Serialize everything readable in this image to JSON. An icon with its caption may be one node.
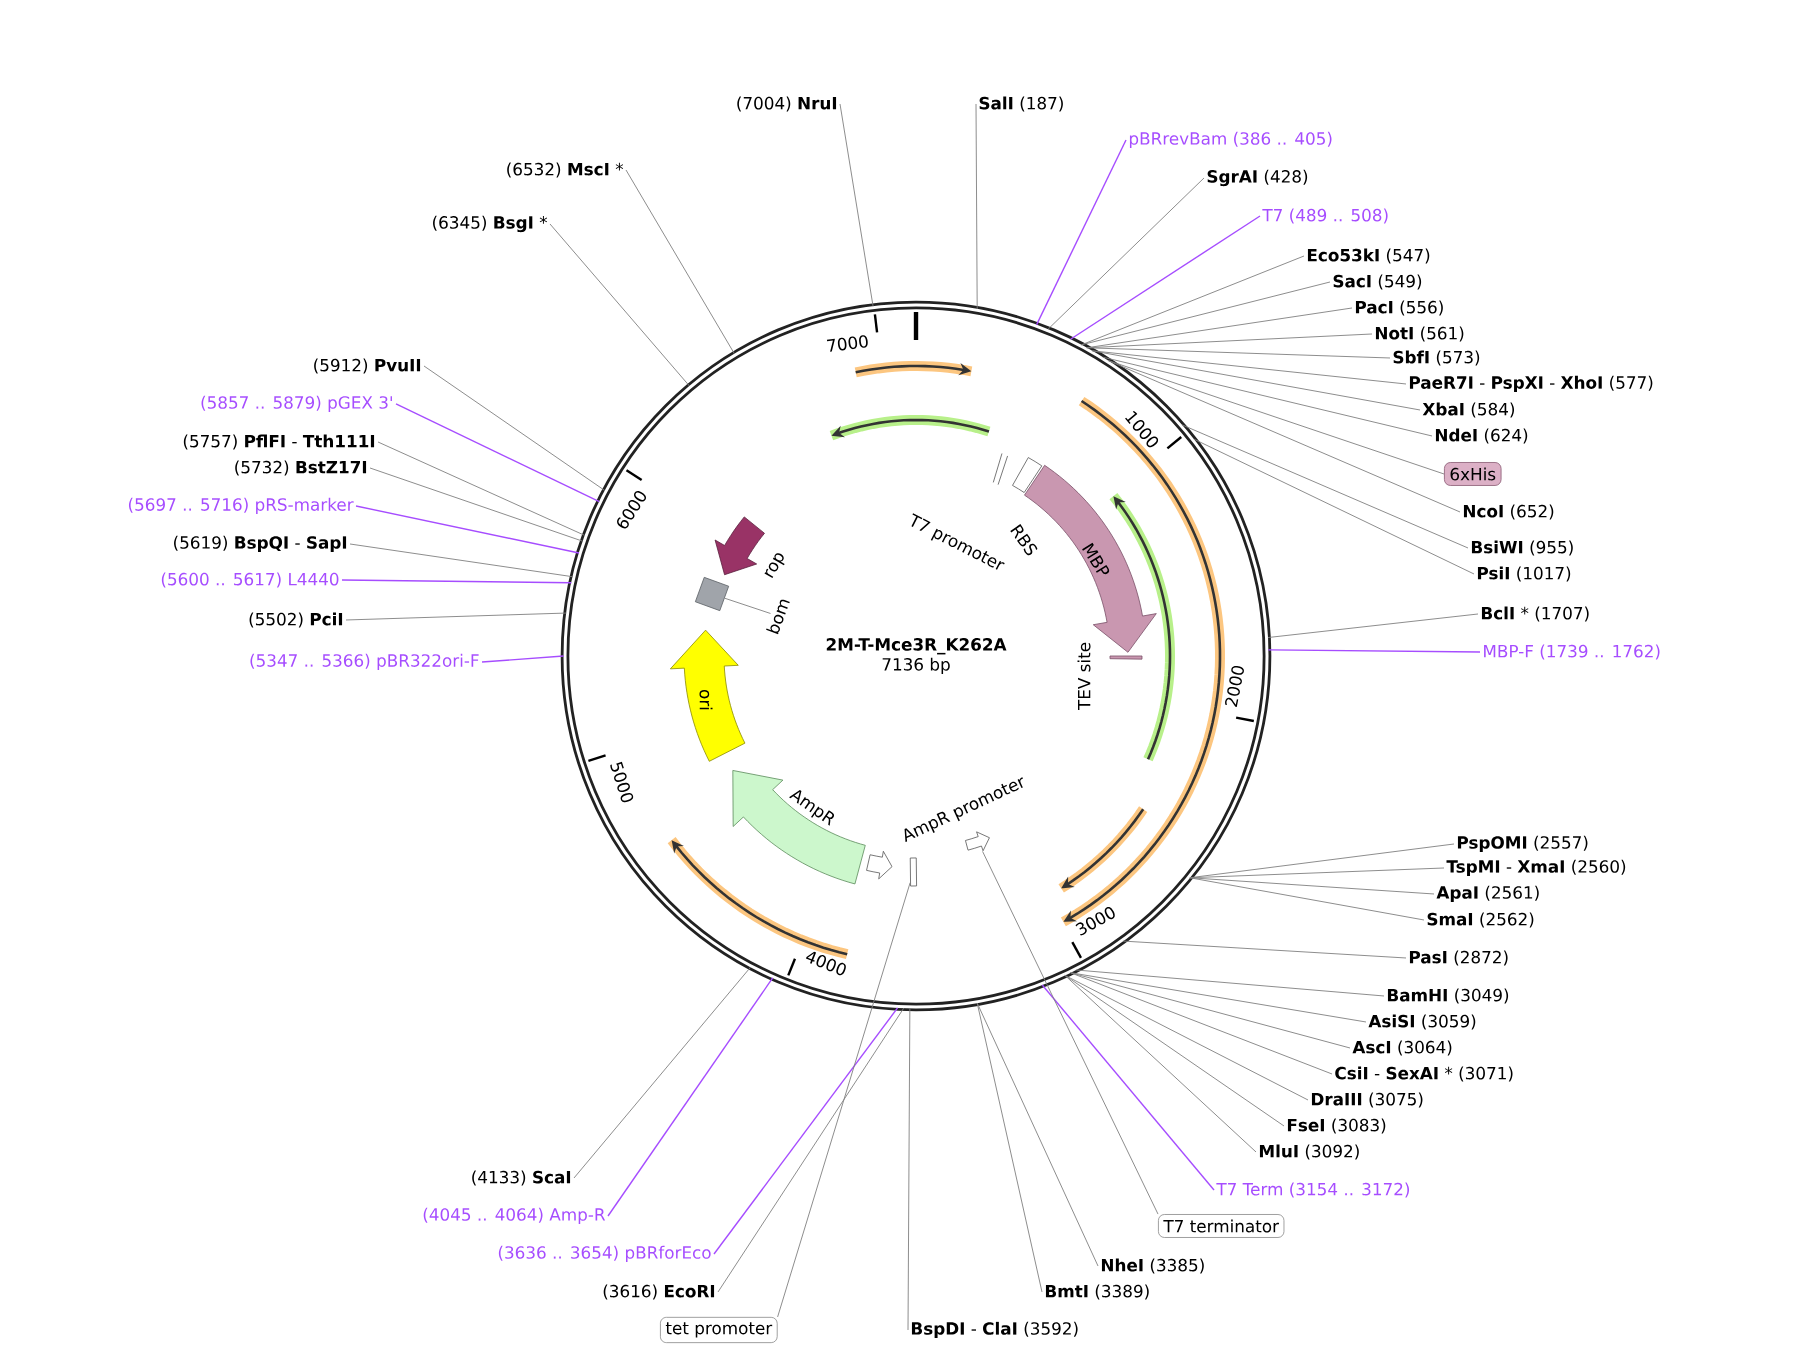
{
  "diagram": {
    "nodes": [
      {
        "text": [
          "2M-T-Mce3R_K262A",
          "7136 bp"
        ]
      },
      {
        "text": [
          "T7 promoter"
        ],
        "in": 0
      },
      {
        "text": [
          "RBS"
        ],
        "in": 0
      },
      {
        "text": [
          "MBP"
        ],
        "in": 0
      },
      {
        "text": [
          "TEV site"
        ],
        "in": 0
      },
      {
        "text": [
          "AmpR promoter"
        ],
        "in": 0
      },
      {
        "text": [
          "AmpR"
        ],
        "in": 0
      },
      {
        "text": [
          "ori"
        ],
        "in": 0
      },
      {
        "text": [
          "bom"
        ],
        "in": 0
      },
      {
        "text": [
          "rop"
        ],
        "in": 0
      },
      {
        "text": [
          "**SalI** (187)"
        ]
      },
      {
        "text": [
          "pBRrevBam (386 .. 405)"
        ]
      },
      {
        "text": [
          "**SgrAI** (428)"
        ]
      },
      {
        "text": [
          "T7 (489 .. 508)"
        ]
      },
      {
        "text": [
          "**Eco53kI** (547)"
        ]
      },
      {
        "text": [
          "**SacI** (549)"
        ]
      },
      {
        "text": [
          "**PacI** (556)"
        ]
      },
      {
        "text": [
          "**NotI** (561)"
        ]
      },
      {
        "text": [
          "**SbfI** (573)"
        ]
      },
      {
        "text": [
          "**PaeR7I** - **PspXI** - **XhoI** (577)"
        ]
      },
      {
        "text": [
          "**XbaI** (584)"
        ]
      },
      {
        "text": [
          "**NdeI** (624)"
        ]
      },
      {
        "text": [
          "6xHis"
        ]
      },
      {
        "text": [
          "**NcoI** (652)"
        ]
      },
      {
        "text": [
          "**BsiWI** (955)"
        ]
      },
      {
        "text": [
          "**PsiI** (1017)"
        ]
      },
      {
        "text": [
          "**BclI** * (1707)"
        ]
      },
      {
        "text": [
          "MBP-F (1739 .. 1762)"
        ]
      },
      {
        "text": [
          "**PspOMI** (2557)"
        ]
      },
      {
        "text": [
          "**TspMI** - **XmaI** (2560)"
        ]
      },
      {
        "text": [
          "**ApaI** (2561)"
        ]
      },
      {
        "text": [
          "**SmaI** (2562)"
        ]
      },
      {
        "text": [
          "**PasI** (2872)"
        ]
      },
      {
        "text": [
          "**BamHI** (3049)"
        ]
      },
      {
        "text": [
          "**AsiSI** (3059)"
        ]
      },
      {
        "text": [
          "**AscI** (3064)"
        ]
      },
      {
        "text": [
          "**CsiI** - **SexAI** * (3071)"
        ]
      },
      {
        "text": [
          "**DraIII** (3075)"
        ]
      },
      {
        "text": [
          "**FseI** (3083)"
        ]
      },
      {
        "text": [
          "**MluI** (3092)"
        ]
      },
      {
        "text": [
          "T7 Term (3154 .. 3172)"
        ]
      },
      {
        "text": [
          "T7 terminator"
        ]
      },
      {
        "text": [
          "**NheI** (3385)"
        ]
      },
      {
        "text": [
          "**BmtI** (3389)"
        ]
      },
      {
        "text": [
          "**BspDI** - **ClaI** (3592)"
        ]
      },
      {
        "text": [
          "(4133) **ScaI**"
        ]
      },
      {
        "text": [
          "(4045 .. 4064) Amp-R"
        ]
      },
      {
        "text": [
          "(3636 .. 3654) pBRforEco"
        ]
      },
      {
        "text": [
          "(3616) **EcoRI**"
        ]
      },
      {
        "text": [
          "tet promoter"
        ]
      },
      {
        "text": [
          "(5347 .. 5366) pBR322ori-F"
        ]
      },
      {
        "text": [
          "(5502) **PciI**"
        ]
      },
      {
        "text": [
          "(5600 .. 5617) L4440"
        ]
      },
      {
        "text": [
          "(5619) **BspQI** - **SapI**"
        ]
      },
      {
        "text": [
          "(5697 .. 5716) pRS-marker"
        ]
      },
      {
        "text": [
          "(5732) **BstZ17I**"
        ]
      },
      {
        "text": [
          "(5757) **PflFI** - **Tth111I**"
        ]
      },
      {
        "text": [
          "(5857 .. 5879) pGEX 3'"
        ]
      },
      {
        "text": [
          "(5912) **PvuII**"
        ]
      },
      {
        "text": [
          "(6345) **BsgI** *"
        ]
      },
      {
        "text": [
          "(6532) **MscI** *"
        ]
      },
      {
        "text": [
          "(7004) **NruI**"
        ]
      },
      {
        "text": [],
        "shape": "box",
        "in": 0
      },
      {
        "text": [],
        "shape": "arrow",
        "in": 0
      },
      {
        "text": [],
        "shape": "box",
        "in": 0
      }
    ],
    "edges": [
      {
        "from": 10,
        "to": 0,
        "arrow": "none"
      },
      {
        "from": 11,
        "to": 0,
        "arrow": "none",
        "color": "#a64dff"
      },
      {
        "from": 12,
        "to": 0,
        "arrow": "none"
      },
      {
        "from": 13,
        "to": 0,
        "arrow": "none",
        "color": "#a64dff"
      },
      {
        "from": 14,
        "to": 0,
        "arrow": "none"
      },
      {
        "from": 15,
        "to": 0,
        "arrow": "none"
      },
      {
        "from": 16,
        "to": 0,
        "arrow": "none"
      },
      {
        "from": 17,
        "to": 0,
        "arrow": "none"
      },
      {
        "from": 18,
        "to": 0,
        "arrow": "none"
      },
      {
        "from": 19,
        "to": 0,
        "arrow": "none"
      },
      {
        "from": 20,
        "to": 0,
        "arrow": "none"
      },
      {
        "from": 21,
        "to": 0,
        "arrow": "none"
      },
      {
        "from": 22,
        "to": 0,
        "arrow": "none"
      },
      {
        "from": 23,
        "to": 0,
        "arrow": "none"
      },
      {
        "from": 24,
        "to": 0,
        "arrow": "none"
      },
      {
        "from": 25,
        "to": 0,
        "arrow": "none"
      },
      {
        "from": 26,
        "to": 0,
        "arrow": "none"
      },
      {
        "from": 27,
        "to": 0,
        "arrow": "none",
        "color": "#a64dff"
      },
      {
        "from": 28,
        "to": 0,
        "arrow": "none"
      },
      {
        "from": 29,
        "to": 0,
        "arrow": "none"
      },
      {
        "from": 30,
        "to": 0,
        "arrow": "none"
      },
      {
        "from": 31,
        "to": 0,
        "arrow": "none"
      },
      {
        "from": 32,
        "to": 0,
        "arrow": "none"
      },
      {
        "from": 33,
        "to": 0,
        "arrow": "none"
      },
      {
        "from": 34,
        "to": 0,
        "arrow": "none"
      },
      {
        "from": 35,
        "to": 0,
        "arrow": "none"
      },
      {
        "from": 36,
        "to": 0,
        "arrow": "none"
      },
      {
        "from": 37,
        "to": 0,
        "arrow": "none"
      },
      {
        "from": 38,
        "to": 0,
        "arrow": "none"
      },
      {
        "from": 39,
        "to": 0,
        "arrow": "none"
      },
      {
        "from": 40,
        "to": 0,
        "arrow": "none",
        "color": "#a64dff"
      },
      {
        "from": 41,
        "to": 63,
        "arrow": "none"
      },
      {
        "from": 42,
        "to": 0,
        "arrow": "none"
      },
      {
        "from": 43,
        "to": 0,
        "arrow": "none"
      },
      {
        "from": 44,
        "to": 0,
        "arrow": "none"
      },
      {
        "from": 45,
        "to": 0,
        "arrow": "none"
      },
      {
        "from": 46,
        "to": 0,
        "arrow": "none",
        "color": "#a64dff"
      },
      {
        "from": 47,
        "to": 0,
        "arrow": "none",
        "color": "#a64dff"
      },
      {
        "from": 48,
        "to": 0,
        "arrow": "none"
      },
      {
        "from": 49,
        "to": 64,
        "arrow": "none"
      },
      {
        "from": 50,
        "to": 0,
        "arrow": "none",
        "color": "#a64dff"
      },
      {
        "from": 51,
        "to": 0,
        "arrow": "none"
      },
      {
        "from": 52,
        "to": 0,
        "arrow": "none",
        "color": "#a64dff"
      },
      {
        "from": 53,
        "to": 0,
        "arrow": "none"
      },
      {
        "from": 54,
        "to": 0,
        "arrow": "none",
        "color": "#a64dff"
      },
      {
        "from": 55,
        "to": 0,
        "arrow": "none"
      },
      {
        "from": 56,
        "to": 0,
        "arrow": "none"
      },
      {
        "from": 57,
        "to": 0,
        "arrow": "none",
        "color": "#a64dff"
      },
      {
        "from": 58,
        "to": 0,
        "arrow": "none"
      },
      {
        "from": 59,
        "to": 0,
        "arrow": "none"
      },
      {
        "from": 60,
        "to": 0,
        "arrow": "none"
      },
      {
        "from": 61,
        "to": 0,
        "arrow": "none"
      },
      {
        "from": 8,
        "to": 62,
        "arrow": "none"
      }
    ],
    "labels": [
      "1000",
      "2000",
      "3000",
      "4000",
      "5000",
      "6000",
      "7000"
    ]
  }
}
